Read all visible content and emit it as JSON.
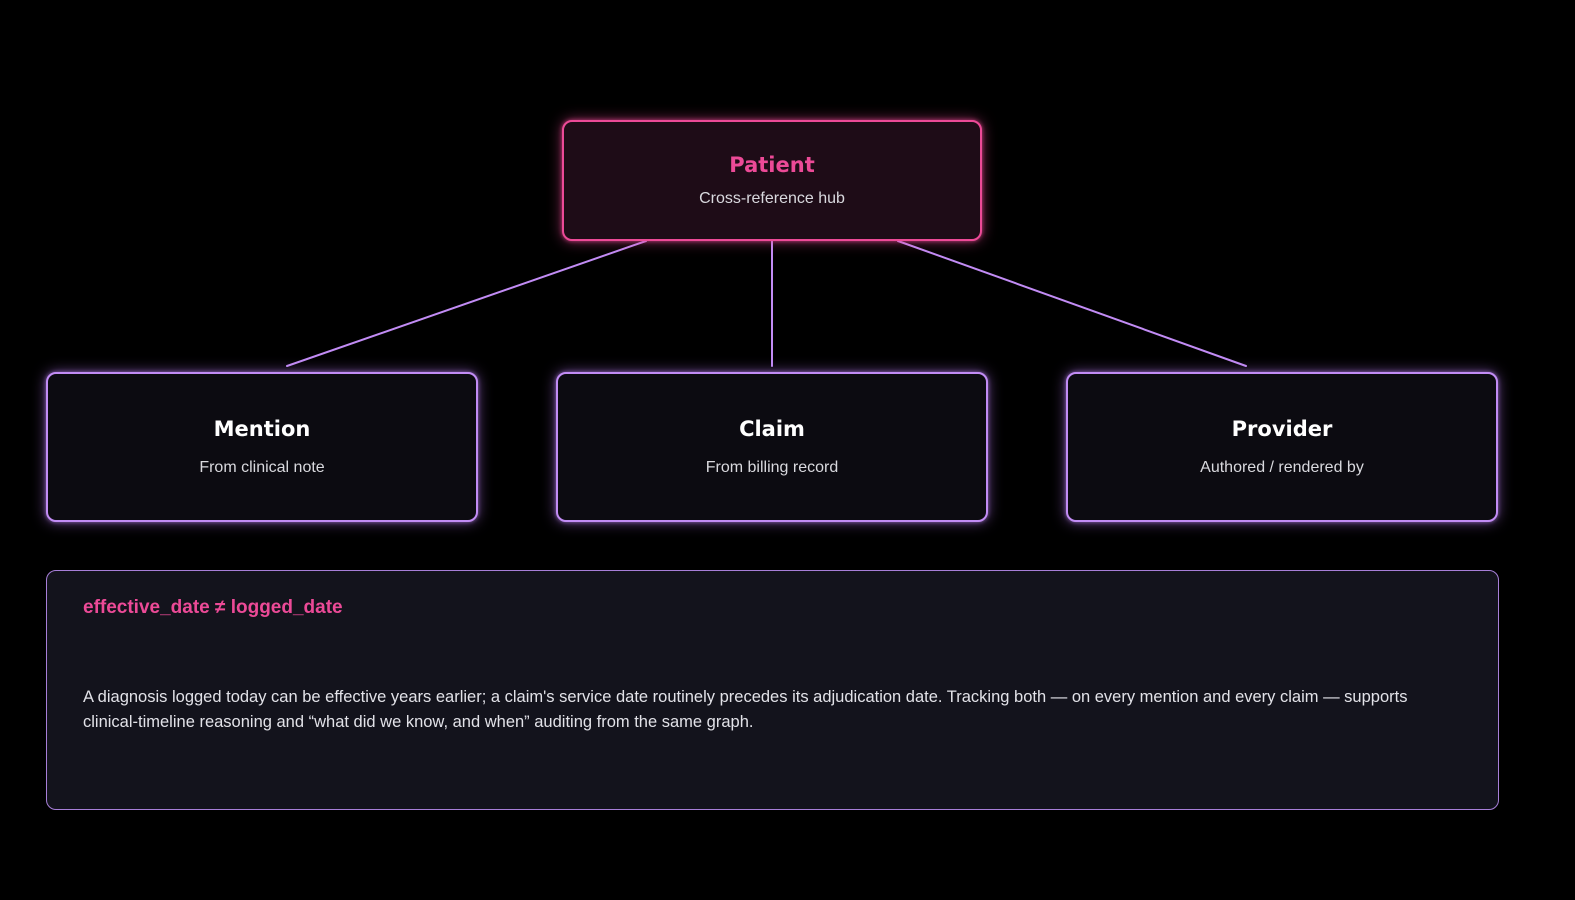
{
  "diagram": {
    "hub": {
      "title": "Patient",
      "subtitle": "Cross-reference hub"
    },
    "children": [
      {
        "title": "Mention",
        "subtitle": "From clinical note"
      },
      {
        "title": "Claim",
        "subtitle": "From billing record"
      },
      {
        "title": "Provider",
        "subtitle": "Authored / rendered by"
      }
    ],
    "colors": {
      "hub_accent": "#ec4a97",
      "child_border": "#c28cf5",
      "connector": "#c28cf5",
      "background": "#000000"
    }
  },
  "note": {
    "heading": "effective_date ≠ logged_date",
    "body": "A diagnosis logged today can be effective years earlier; a claim's service date routinely precedes its adjudication date. Tracking both — on every mention and every claim — supports clinical-timeline reasoning and “what did we know, and when” auditing from the same graph."
  }
}
